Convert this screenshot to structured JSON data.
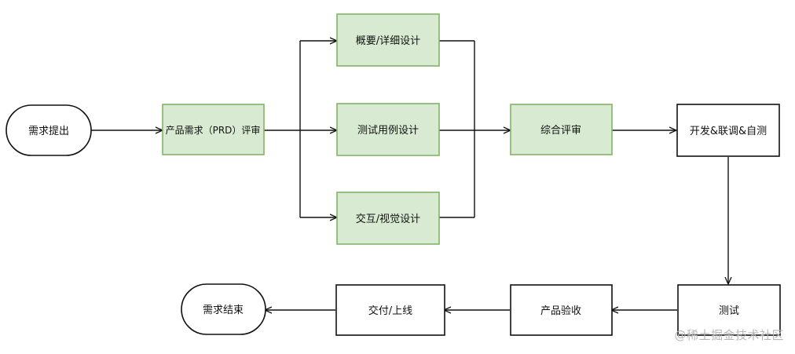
{
  "nodes": {
    "start": {
      "label": "需求提出"
    },
    "prd_review": {
      "label": "产品需求（PRD）评审"
    },
    "detail_design": {
      "label": "概要/详细设计"
    },
    "test_case_design": {
      "label": "测试用例设计"
    },
    "ux_design": {
      "label": "交互/视觉设计"
    },
    "combined_review": {
      "label": "综合评审"
    },
    "dev": {
      "label": "开发&联调&自测"
    },
    "test": {
      "label": "测试"
    },
    "acceptance": {
      "label": "产品验收"
    },
    "release": {
      "label": "交付/上线"
    },
    "end": {
      "label": "需求结束"
    }
  },
  "colors": {
    "green_fill": "#d8ebd2",
    "green_stroke": "#82b366",
    "stroke": "#111111"
  },
  "watermark": "@稀土掘金技术社区"
}
